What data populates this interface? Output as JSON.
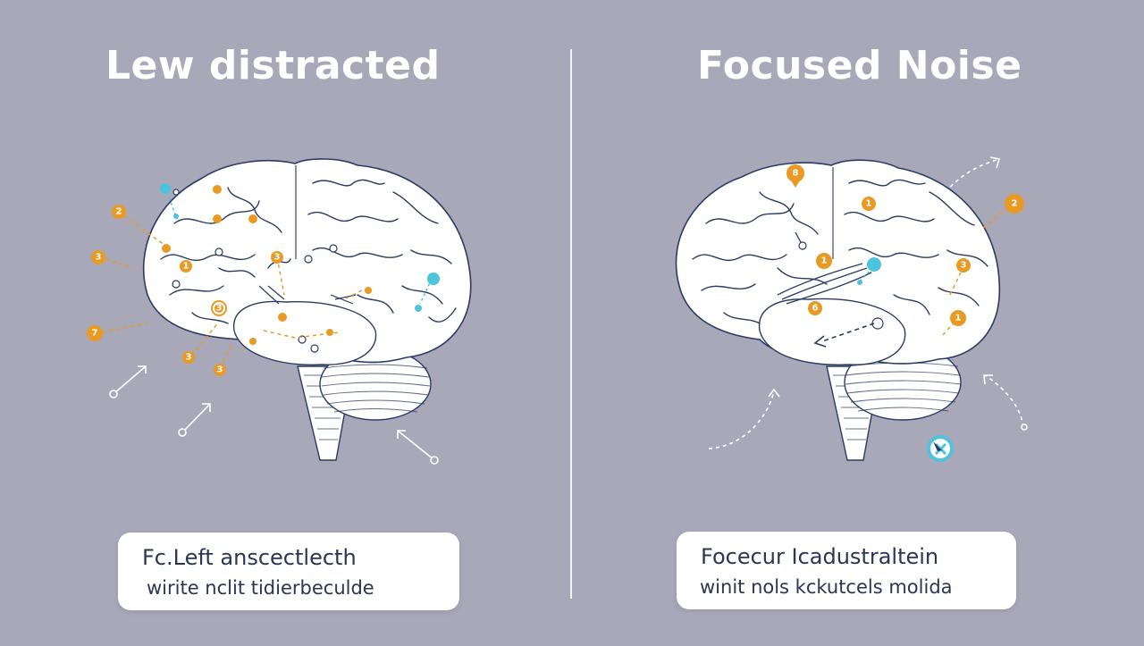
{
  "left_panel": {
    "title": "Lew distracted",
    "caption_line1": "Fc.Left anscectlecth",
    "caption_line2": "wirite nclit tidierbeculde",
    "badges": [
      "2",
      "3",
      "7",
      "1",
      "3",
      "3",
      "3",
      "3"
    ]
  },
  "right_panel": {
    "title": "Focused Noise",
    "caption_line1": "Focecur Icadustraltein",
    "caption_line2": "winit nols kckutcels molida",
    "badges": [
      "8",
      "1",
      "1",
      "6",
      "3",
      "1",
      "2"
    ]
  },
  "colors": {
    "background": "#a9a8b9",
    "brain_fill": "#ffffff",
    "brain_stroke": "#2a3a64",
    "accent_orange": "#e89a24",
    "accent_cyan": "#4ec3de",
    "text_dark": "#2b3555"
  },
  "icons": [
    "brain-icon",
    "arrow-icon",
    "cursor-icon",
    "node-badge-icon"
  ]
}
